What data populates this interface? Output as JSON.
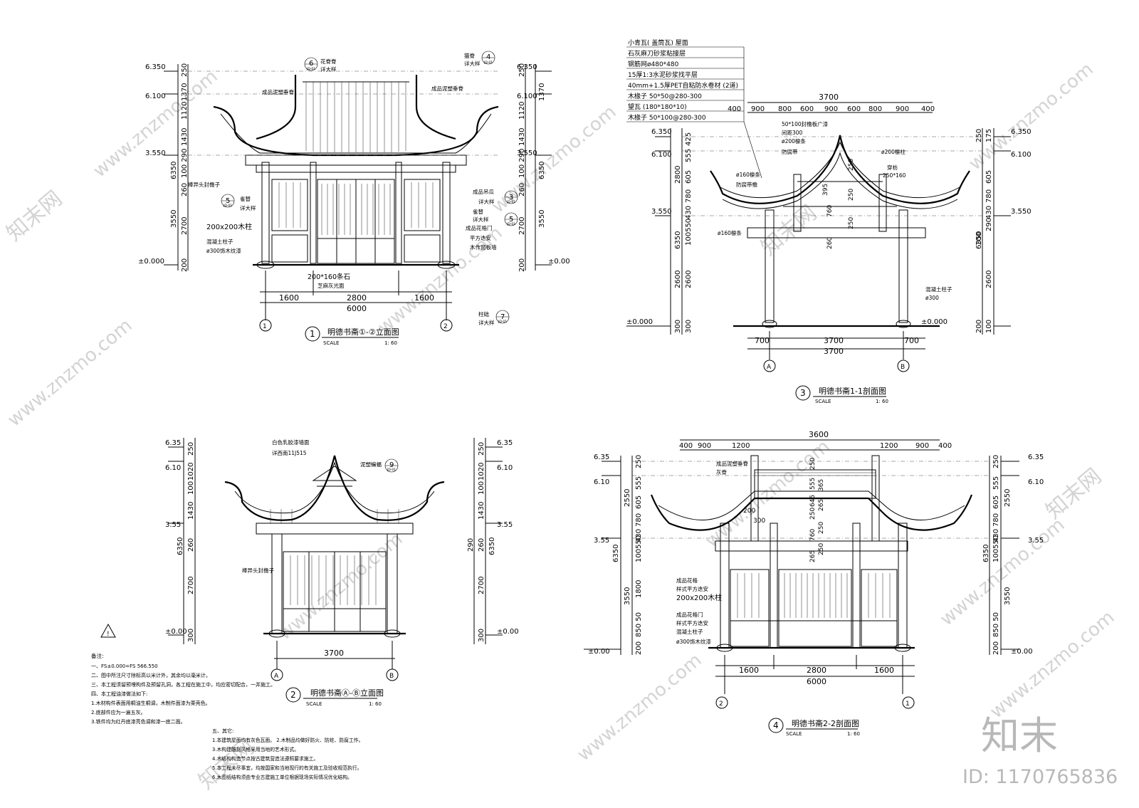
{
  "drawings": {
    "d1": {
      "num": "1",
      "title": "明德书斋①-②立面图",
      "scale_label": "SCALE",
      "scale": "1: 60",
      "elev_left": [
        "6.350",
        "6.100",
        "3.550",
        "±0.000"
      ],
      "elev_right": [
        "6.350",
        "6.100",
        "3.550",
        "±0.00"
      ],
      "dims_left_col1": [
        "250",
        "1370",
        "1120",
        "1430",
        "100 290",
        "260",
        "2700",
        "200"
      ],
      "dims_left_col2": [
        "6350",
        "3550"
      ],
      "dims_right_col1": [
        "250",
        "1120",
        "1430",
        "100 290",
        "260",
        "2700",
        "200"
      ],
      "dims_right_col2": [
        "1370",
        "6350",
        "3550"
      ],
      "dims_bottom": [
        "1600",
        "2800",
        "1600"
      ],
      "dim_total": "6000",
      "axis_left": "1",
      "axis_right": "2",
      "labels": {
        "ridge_left": "成品泥塑垂脊",
        "ridge_right": "成品泥塑垂脊",
        "bracket": "棒异头封檐子",
        "sparrow": "雀替",
        "sparrow2": "详大样",
        "column": "200x200木柱",
        "concrete": "混凝土柱子",
        "column_wrap": "ø300饰木纹漆",
        "sill": "200*160条石",
        "sill2": "芝麻灰光面",
        "pendant": "成品吊瓜",
        "pendant_detail": "详大样",
        "sparrow_r": "雀替",
        "sparrow_r2": "详大样",
        "door": "成品花格门",
        "panel": "平方迭安",
        "panel2": "木作窗板墙",
        "base": "柱础",
        "base2": "详大样",
        "ridge_tag": "花脊脊",
        "ridge_tag2": "详大样",
        "cat": "猫脊",
        "cat2": "详大样"
      },
      "callouts": [
        "6",
        "4",
        "5",
        "3",
        "5",
        "7"
      ],
      "callout_sub": "JD-01"
    },
    "d3": {
      "num": "3",
      "title": "明德书斋1-1剖面图",
      "scale_label": "SCALE",
      "scale": "1: 60",
      "layers": [
        "小青瓦( 盖筒瓦) 屋面",
        "石灰麻刀砂浆粘接层",
        "钢筋网ø480*480",
        "15厚1:3水泥砂浆找平层",
        "40mm+1.5厚PET自粘防水卷材 (2道)",
        "木椽子 50*50@280-300",
        "望瓦 (180*180*10)",
        "木椽子 50*100@280-300"
      ],
      "top_total": "3700",
      "top_dims": [
        "400",
        "900",
        "800",
        "600",
        "900",
        "600",
        "800",
        "900",
        "400"
      ],
      "elev_left": [
        "6.350",
        "6.100",
        "3.550",
        "±0.000"
      ],
      "elev_right": [
        "6.350",
        "6.100",
        "3.550",
        "±0.000"
      ],
      "dims_left_col1": [
        "425",
        "555",
        "605",
        "780",
        "430",
        "100550",
        "2600",
        "300"
      ],
      "dims_left_col2": [
        "2800",
        "6350",
        "2600",
        "300"
      ],
      "dims_right_col1": [
        "175",
        "250",
        "605",
        "780",
        "430",
        "290",
        "100",
        "2600",
        "100"
      ],
      "dims_right_col2": [
        "6350",
        "200"
      ],
      "dims_bottom": [
        "700",
        "3700",
        "700"
      ],
      "dim_total": "3700",
      "axis_left": "A",
      "axis_right": "B",
      "labels": {
        "rafter": "50*100封檐板广漆",
        "purlin_dist": "间距300",
        "purlin": "ø200檩条",
        "anticorr": "防腐带",
        "purlin_r": "ø200檩柱",
        "tie": "穿枋",
        "tie_size": "250*160",
        "purlin160": "ø160檩条",
        "anticorr2": "防腐带檐",
        "purlin160b": "ø160檩条",
        "concrete": "混凝土柱子",
        "column_d": "ø300",
        "inner": [
          "250",
          "395",
          "250",
          "760",
          "250",
          "260"
        ]
      }
    },
    "d2": {
      "num": "2",
      "title": "明德书斋Ⓐ-Ⓑ立面图",
      "scale_label": "SCALE",
      "scale": "1: 60",
      "elev_left": [
        "6.35",
        "6.10",
        "3.55",
        "±0.00"
      ],
      "elev_right": [
        "6.35",
        "6.10",
        "3.55",
        "±0.00"
      ],
      "dims_left_col1": [
        "250",
        "1020",
        "100",
        "1430",
        "260",
        "2700",
        "300"
      ],
      "dims_left_col2": [
        "6350"
      ],
      "dims_right_col1": [
        "250",
        "1020",
        "100",
        "1430",
        "260",
        "2700",
        "300"
      ],
      "dims_right_col2": [
        "290",
        "6350"
      ],
      "dim_total": "3700",
      "axis_left": "A",
      "axis_right": "B",
      "labels": {
        "wall": "白色乳胶漆墙面",
        "wall_ref": "详西南11J515",
        "plaster": "泥塑蝙蝠",
        "bracket": "棒异头封檐子"
      },
      "callout": "9",
      "callout_sub": "JD-01"
    },
    "d4": {
      "num": "4",
      "title": "明德书斋2-2剖面图",
      "scale_label": "SCALE",
      "scale": "1: 60",
      "top_total": "3600",
      "top_dims": [
        "400",
        "900",
        "1200",
        "1200",
        "900",
        "400"
      ],
      "elev_left": [
        "6.35",
        "6.10",
        "3.55",
        "±0.00"
      ],
      "elev_right": [
        "6.35",
        "6.10",
        "3.55",
        "±0.00"
      ],
      "dims_left_col1": [
        "250",
        "555",
        "605",
        "780",
        "430",
        "100550",
        "1800",
        "850 50",
        "200"
      ],
      "dims_left_col2": [
        "2550",
        "6350",
        "3550"
      ],
      "dims_right_col1": [
        "250",
        "555",
        "605",
        "780",
        "430",
        "100550",
        "850 50",
        "200"
      ],
      "dims_right_col2": [
        "2550",
        "6350",
        "3550"
      ],
      "dims_bottom": [
        "1600",
        "2800",
        "1600"
      ],
      "dim_total": "6000",
      "axis_left": "2",
      "axis_right": "1",
      "labels": {
        "ridge": "成品泥塑垂脊",
        "ash": "灰脊",
        "door": "成品花格",
        "panel": "样式平方迭安",
        "column": "200x200木柱",
        "door2": "成品花格门",
        "panel2": "样式平方迭安",
        "concrete": "混凝土柱子",
        "wrap": "ø300饰木纹漆",
        "inner": [
          "250",
          "555",
          "645",
          "250",
          "365",
          "265",
          "760",
          "250",
          "265",
          "250",
          "200",
          "300"
        ]
      }
    }
  },
  "notes": {
    "warn": "!",
    "heading": "备注:",
    "lines": [
      "一、FS±0.000=FS 566.550",
      "二、图中所注尺寸除标高以米计外，其余均以毫米计。",
      "三、本工程须留预埋构件及预留孔洞，各工程在施工中，均应密切配合，一并施工。",
      "四、本工程油漆做法如下:",
      "1.木材构件表面用桐油生桐调，木制件面漆为栗壳色。",
      "2.底部件应为一遍五灰。",
      "3.铁件均为红丹底漆亮色调和漆一底二面。"
    ],
    "heading2": "五、其它:",
    "lines2": [
      "1.本建筑屋面均有灰色瓦面。 2.木制品均做好防火、防蛀、防腐工作。",
      "3.木构建雕刻风格采用当地的艺术形式。",
      "4.木结构构造节点按古建筑营造法遵照要求施工。",
      "5.本工程未尽事宜，均按国家和当地现行的有关施工及验收规范执行。",
      "6.木图纸结构须由专业古建施工单位根据现场实际情况优化结构。"
    ]
  },
  "watermarks": {
    "site": "www.znzmo.com",
    "brand_cn": "知末网",
    "logo": "知末",
    "id": "ID: 1170765836"
  },
  "colors": {
    "line": "#000000",
    "watermark": "#cccccc",
    "bg": "#ffffff"
  }
}
